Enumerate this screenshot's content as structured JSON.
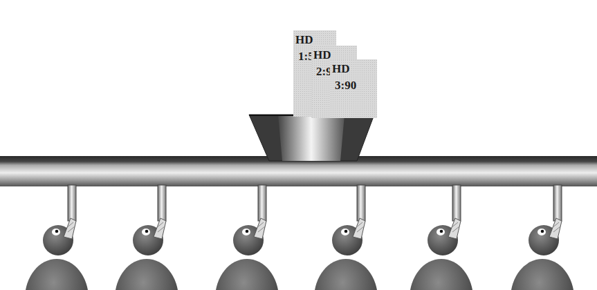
{
  "diagram": {
    "nodes": [
      {
        "text": [
          "HD",
          "1:5"
        ]
      },
      {
        "text": [
          "HD",
          "2:90"
        ]
      },
      {
        "text": [
          "HD",
          "3:90"
        ]
      }
    ]
  }
}
